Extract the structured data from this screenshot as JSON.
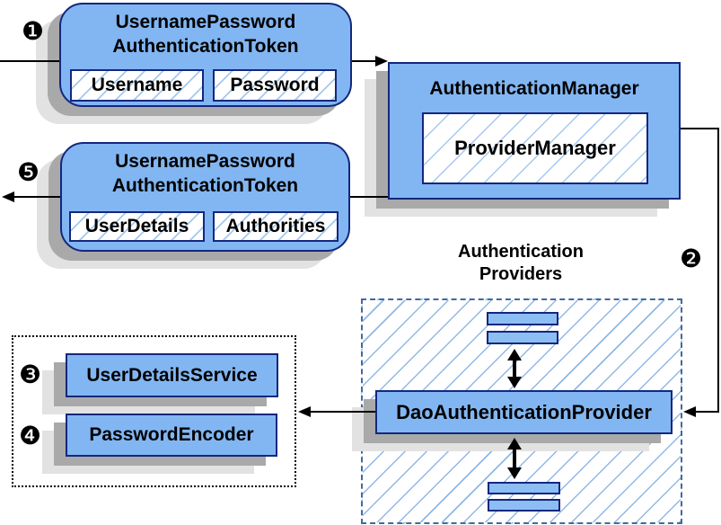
{
  "colors": {
    "box_fill": "#82b6f2",
    "box_border": "#14277e",
    "hatch_line": "#a5c8ee",
    "container_hatch_line": "#8fb8e6",
    "dashed_border": "#44699d",
    "shadow_dark": "#a9a9a9",
    "shadow_light": "#e2e2e2",
    "line": "#000000"
  },
  "steps": {
    "s1": "❶",
    "s2": "❷",
    "s3": "❸",
    "s4": "❹",
    "s5": "❺"
  },
  "request_token": {
    "title_line1": "UsernamePassword",
    "title_line2": "AuthenticationToken",
    "field1": "Username",
    "field2": "Password"
  },
  "authentication_manager": {
    "title": "AuthenticationManager",
    "inner": "ProviderManager"
  },
  "result_token": {
    "title_line1": "UsernamePassword",
    "title_line2": "AuthenticationToken",
    "field1": "UserDetails",
    "field2": "Authorities"
  },
  "providers": {
    "heading_line1": "Authentication",
    "heading_line2": "Providers",
    "main_provider": "DaoAuthenticationProvider"
  },
  "services": {
    "user_details_service": "UserDetailsService",
    "password_encoder": "PasswordEncoder"
  }
}
